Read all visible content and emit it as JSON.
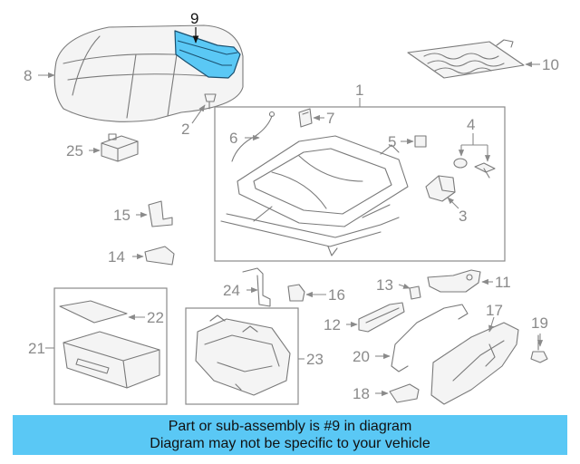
{
  "callouts": {
    "c1": "1",
    "c2": "2",
    "c3": "3",
    "c4": "4",
    "c5": "5",
    "c6": "6",
    "c7": "7",
    "c8": "8",
    "c9": "9",
    "c10": "10",
    "c11": "11",
    "c12": "12",
    "c13": "13",
    "c14": "14",
    "c15": "15",
    "c16": "16",
    "c17": "17",
    "c18": "18",
    "c19": "19",
    "c20": "20",
    "c21": "21",
    "c22": "22",
    "c23": "23",
    "c24": "24",
    "c25": "25"
  },
  "highlight": {
    "part": "9",
    "color": "#5ac8f5"
  },
  "banner": {
    "line1": "Part or sub-assembly is #9 in diagram",
    "line2": "Diagram may not be specific to your vehicle"
  }
}
